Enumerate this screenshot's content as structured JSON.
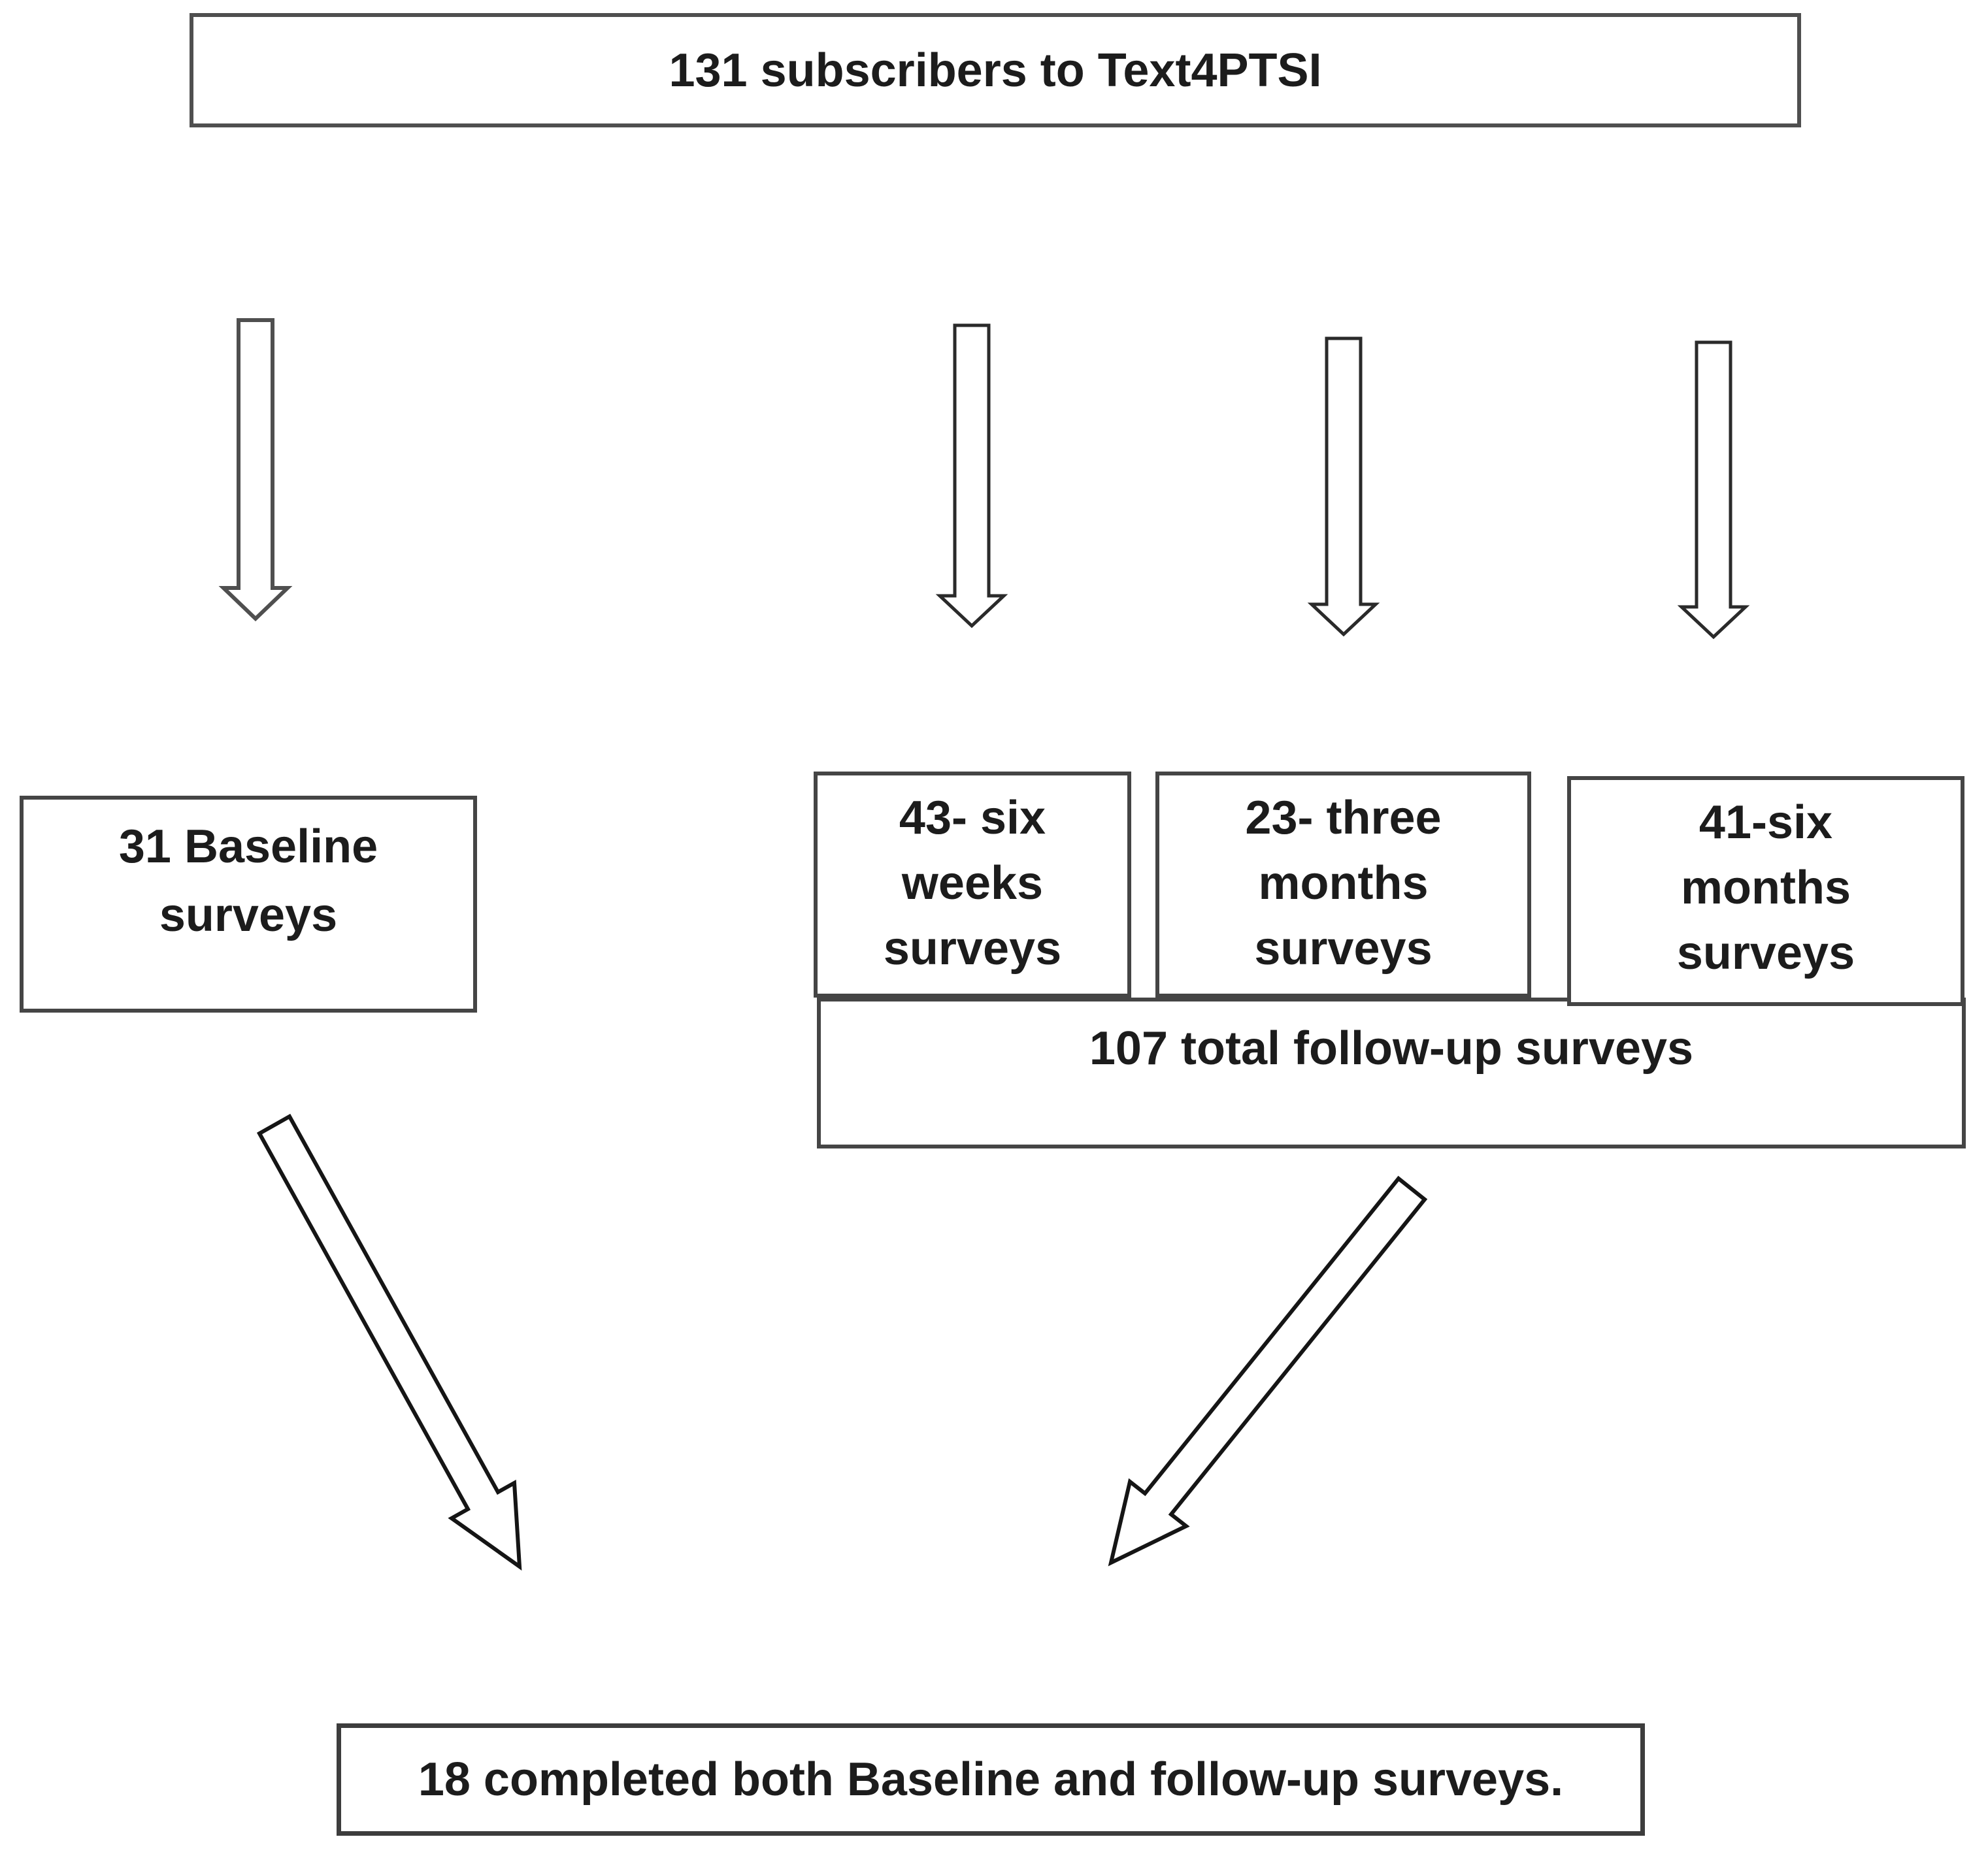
{
  "diagram": {
    "title_box_label": "131 subscribers to Text4PTSI",
    "baseline_box": {
      "lines": [
        "31 Baseline",
        "surveys"
      ]
    },
    "six_weeks_box": {
      "lines": [
        "43- six",
        "weeks",
        "surveys"
      ]
    },
    "three_months_box": {
      "lines": [
        "23- three",
        "months",
        "surveys"
      ]
    },
    "six_months_box": {
      "lines": [
        "41-six",
        "months",
        "surveys"
      ]
    },
    "total_followup_box_label": "107 total follow-up surveys",
    "final_box_label": "18 completed both Baseline and follow-up surveys.",
    "colors": {
      "background": "#ffffff",
      "box_border": "#454545",
      "text": "#1c1c1c",
      "arrow_outline_gray": "#4f4f4f",
      "arrow_outline_dark": "#2a2a2a",
      "arrow_outline_black": "#151515"
    }
  }
}
